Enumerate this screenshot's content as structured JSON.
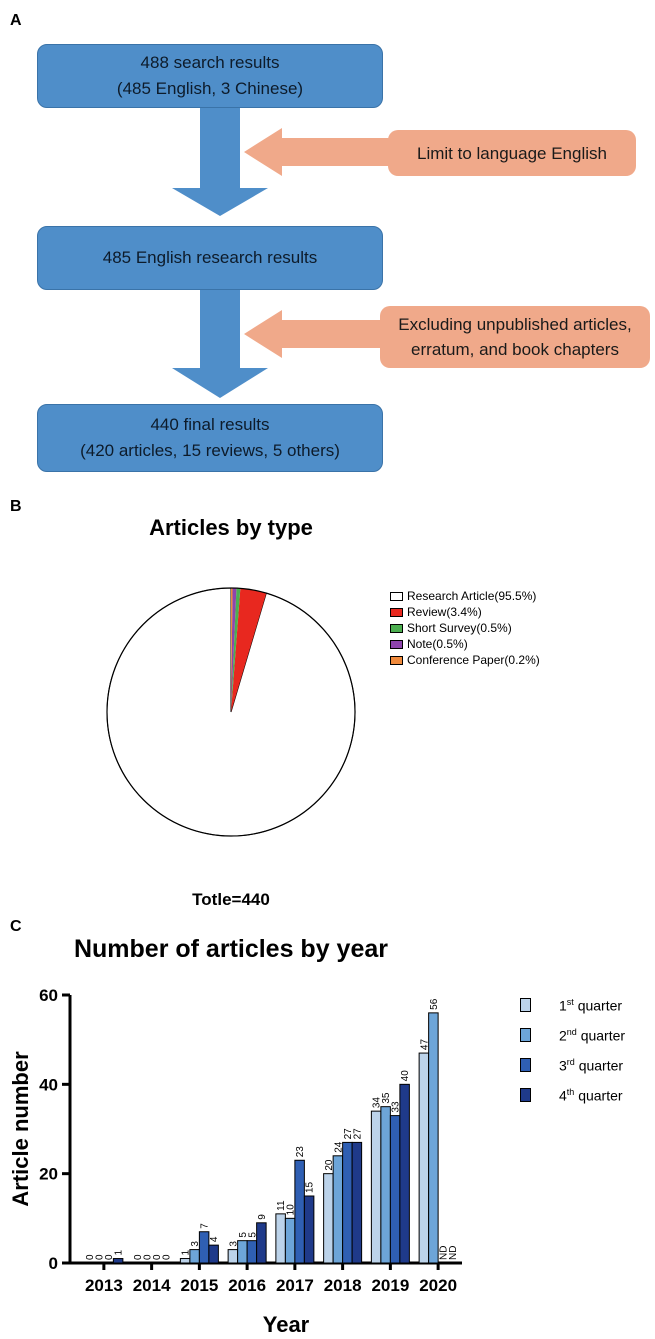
{
  "panels": {
    "a": "A",
    "b": "B",
    "c": "C"
  },
  "flow": {
    "box1": {
      "line1": "488 search results",
      "line2": "(485 English, 3 Chinese)"
    },
    "side1": {
      "line1": "Limit to language English"
    },
    "box2": {
      "line1": "485 English research results"
    },
    "side2": {
      "line1": "Excluding unpublished articles,",
      "line2": "erratum, and book chapters"
    },
    "box3": {
      "line1": "440 final results",
      "line2": "(420 articles, 15 reviews, 5 others)"
    }
  },
  "colors": {
    "box": "#4f8ec9",
    "arrow": "#4f8ec9",
    "side": "#f0a98a"
  },
  "chart_data": [
    {
      "type": "pie",
      "title": "Articles by type",
      "footer": "Totle=440",
      "legend_position": "right",
      "slices": [
        {
          "label": "Research Article(95.5%)",
          "value": 95.5,
          "color": "#ffffff"
        },
        {
          "label": "Review(3.4%)",
          "value": 3.4,
          "color": "#e8281f"
        },
        {
          "label": "Short Survey(0.5%)",
          "value": 0.5,
          "color": "#4caf50"
        },
        {
          "label": "Note(0.5%)",
          "value": 0.5,
          "color": "#8e44ad"
        },
        {
          "label": "Conference Paper(0.2%)",
          "value": 0.2,
          "color": "#f08a3c"
        }
      ]
    },
    {
      "type": "bar",
      "title": "Number of articles by year",
      "xlabel": "Year",
      "ylabel": "Article number",
      "ylim": [
        0,
        60
      ],
      "yticks": [
        "0",
        "20",
        "40",
        "60"
      ],
      "legend_position": "right",
      "categories": [
        "2013",
        "2014",
        "2015",
        "2016",
        "2017",
        "2018",
        "2019",
        "2020"
      ],
      "series": [
        {
          "name_base": "1",
          "name_sup": "st",
          "name_rest": " quarter",
          "color": "#bcd3ea",
          "values": [
            0,
            0,
            1,
            3,
            11,
            20,
            34,
            47
          ],
          "labels": [
            "0",
            "0",
            "1",
            "3",
            "11",
            "20",
            "34",
            "47"
          ]
        },
        {
          "name_base": "2",
          "name_sup": "nd",
          "name_rest": " quarter",
          "color": "#6da5d8",
          "values": [
            0,
            0,
            3,
            5,
            10,
            24,
            35,
            56
          ],
          "labels": [
            "0",
            "0",
            "3",
            "5",
            "10",
            "24",
            "35",
            "56"
          ]
        },
        {
          "name_base": "3",
          "name_sup": "rd",
          "name_rest": " quarter",
          "color": "#2f5fb3",
          "values": [
            0,
            0,
            7,
            5,
            23,
            27,
            33,
            null
          ],
          "labels": [
            "0",
            "0",
            "7",
            "5",
            "23",
            "27",
            "33",
            "ND"
          ]
        },
        {
          "name_base": "4",
          "name_sup": "th",
          "name_rest": " quarter",
          "color": "#1f3a8a",
          "values": [
            1,
            0,
            4,
            9,
            15,
            27,
            40,
            null
          ],
          "labels": [
            "1",
            "0",
            "4",
            "9",
            "15",
            "27",
            "40",
            "ND"
          ]
        }
      ]
    }
  ]
}
